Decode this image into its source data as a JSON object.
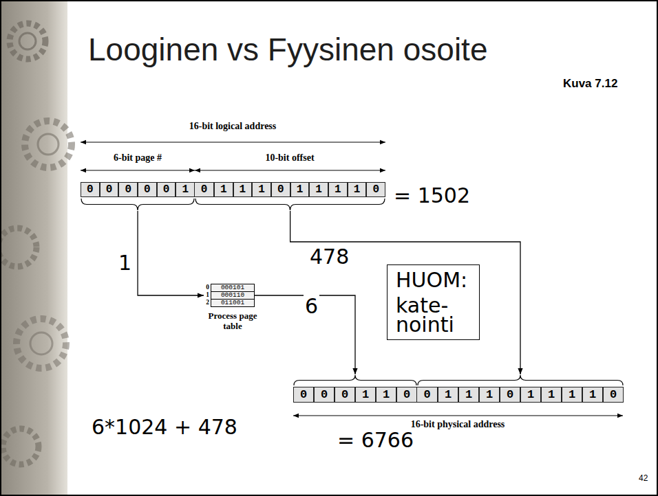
{
  "diagram": {
    "title": "Looginen vs Fyysinen osoite",
    "nodes": [
      {
        "text": [
          "0",
          "0",
          "0",
          "0",
          "0",
          "1"
        ]
      },
      {
        "text": [
          "0",
          "1",
          "1",
          "1",
          "0",
          "1",
          "1",
          "1",
          "1",
          "0"
        ]
      },
      {
        "text": [
          "Process page table"
        ]
      },
      {
        "text": [
          "0",
          "000101"
        ],
        "in": 2
      },
      {
        "text": [
          "1",
          "000110"
        ],
        "in": 2
      },
      {
        "text": [
          "2",
          "011001"
        ],
        "in": 2
      },
      {
        "text": [
          "HUOM:",
          "kate- nointi"
        ]
      },
      {
        "text": [
          "0",
          "0",
          "0",
          "1",
          "1",
          "0"
        ]
      },
      {
        "text": [
          "0",
          "1",
          "1",
          "1",
          "0",
          "1",
          "1",
          "1",
          "1",
          "0"
        ]
      }
    ],
    "edges": [
      {
        "from": 0,
        "to": 4,
        "arrow": "to",
        "label": "1"
      },
      {
        "from": 1,
        "to": 8,
        "arrow": "to",
        "label": "478"
      },
      {
        "from": 4,
        "to": 7,
        "arrow": "to",
        "label": "6"
      }
    ],
    "labels": [
      "Kuva 7.12",
      "16-bit logical address",
      "6-bit page #",
      "10-bit offset",
      "= 1502",
      "16-bit physical address",
      "= 6766",
      "6*1024 + 478",
      "42"
    ]
  }
}
